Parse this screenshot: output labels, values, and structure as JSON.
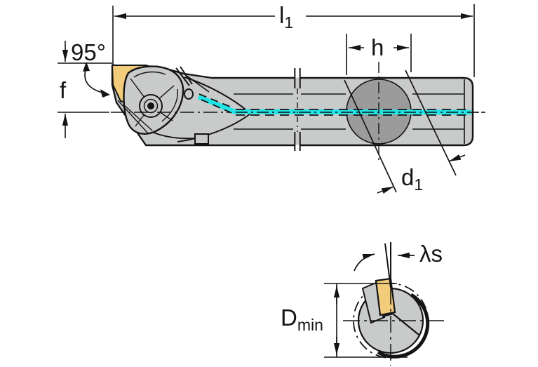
{
  "diagram": {
    "background": "#ffffff",
    "colors": {
      "line": "#141414",
      "body": "#c9caca",
      "flat": "#9b9b9b",
      "insert": "#f2cb7b",
      "coolant": "#21e4e6"
    },
    "labels": {
      "overall_length": {
        "base": "l",
        "sub": "1"
      },
      "entering_angle": "95°",
      "edge_offset": "f",
      "head_height": "h",
      "shank_diameter": {
        "base": "d",
        "sub": "1"
      },
      "inclination_angle": "λs",
      "min_bore_diameter": {
        "base": "D",
        "sub": "min"
      }
    }
  }
}
